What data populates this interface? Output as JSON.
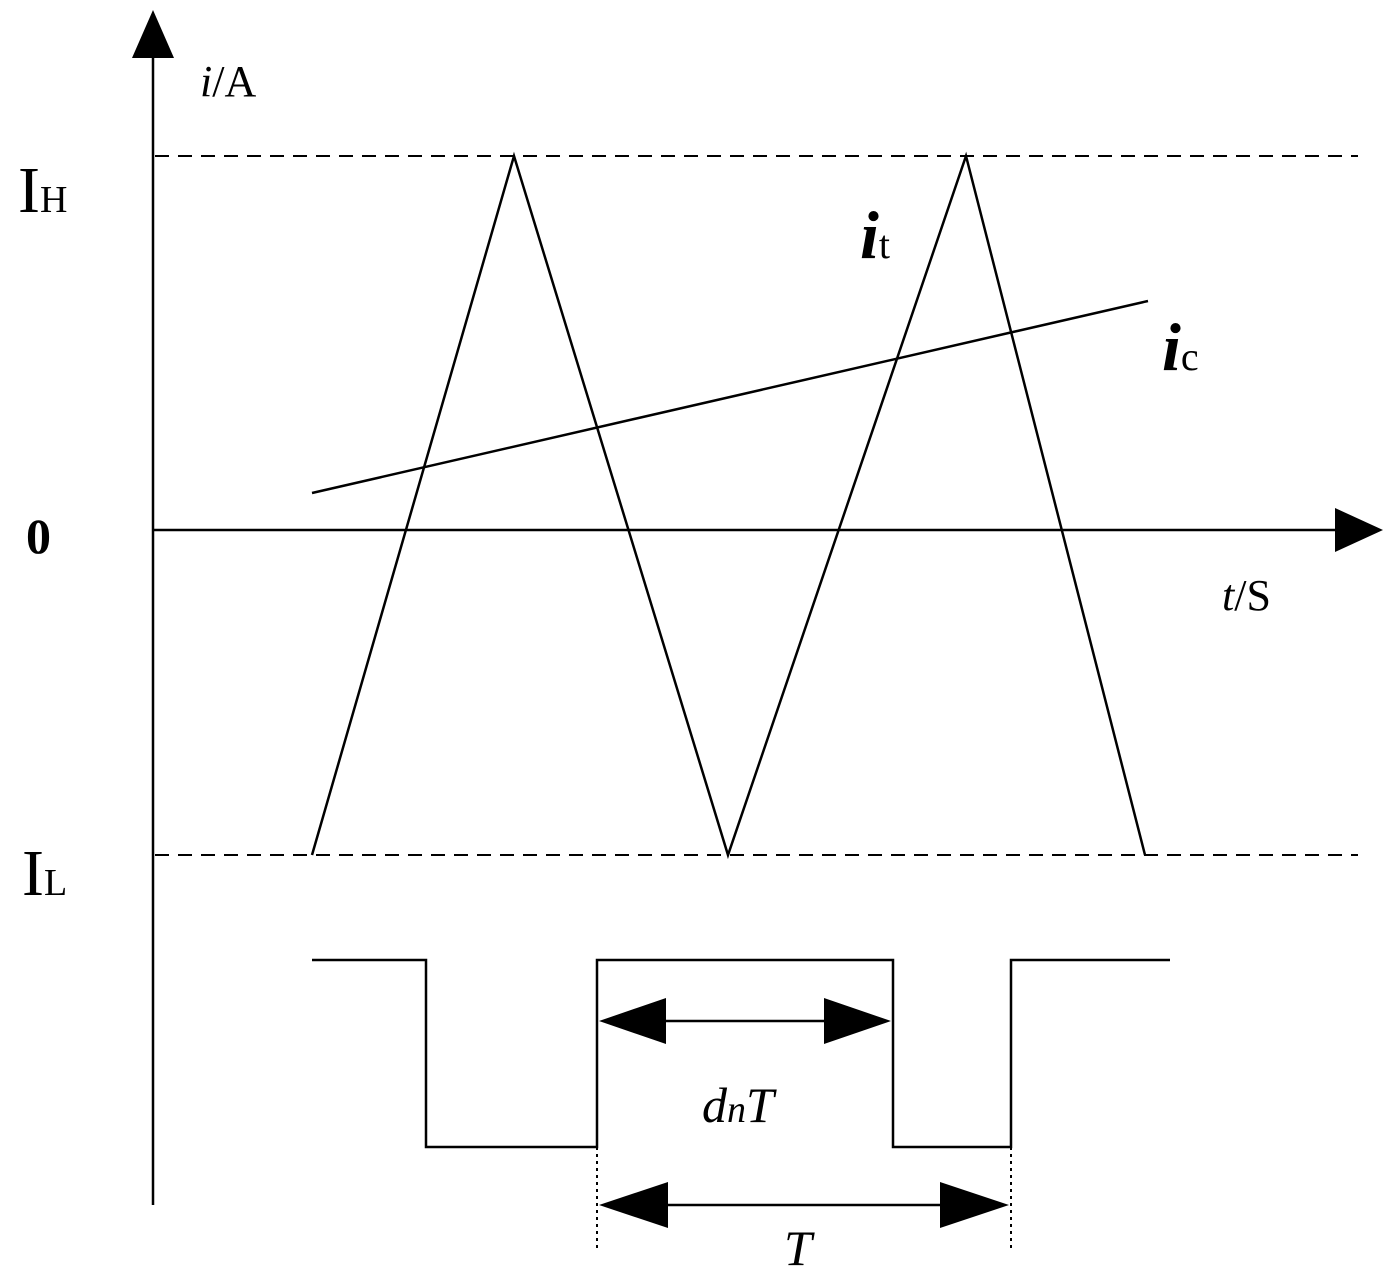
{
  "axes": {
    "y_label_var": "i",
    "y_label_unit": "/A",
    "x_label_var": "t",
    "x_label_unit": "/S",
    "origin": "0"
  },
  "levels": {
    "high_main": "I",
    "high_sub": "H",
    "low_main": "I",
    "low_sub": "L"
  },
  "signals": {
    "triangle_main": "i",
    "triangle_sub": "t",
    "control_main": "i",
    "control_sub": "c"
  },
  "pulse": {
    "duty_d": "d",
    "duty_n": "n",
    "duty_T": "T",
    "period": "T"
  },
  "colors": {
    "stroke": "#000000",
    "background": "#ffffff"
  }
}
